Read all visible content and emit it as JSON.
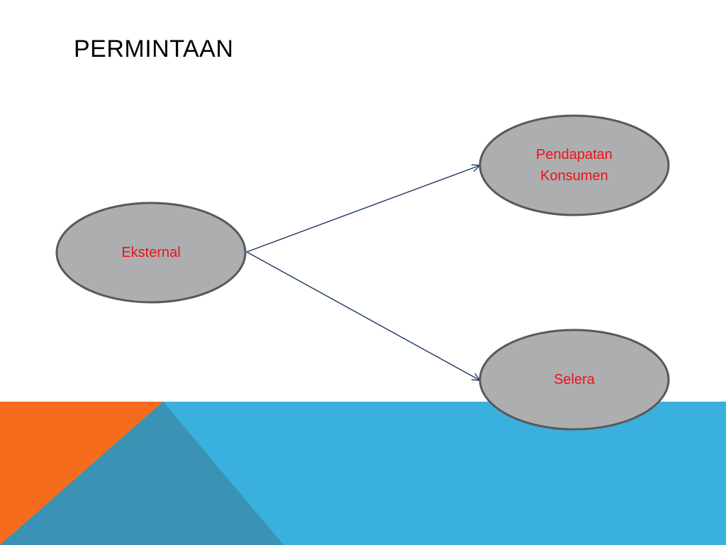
{
  "slide": {
    "title": "PERMINTAAN"
  },
  "diagram": {
    "nodes": [
      {
        "id": "eksternal",
        "label": "Eksternal"
      },
      {
        "id": "pendapatan",
        "label": "Pendapatan\nKonsumen"
      },
      {
        "id": "selera",
        "label": "Selera"
      }
    ],
    "edges": [
      {
        "from": "eksternal",
        "to": "pendapatan"
      },
      {
        "from": "eksternal",
        "to": "selera"
      }
    ]
  },
  "colors": {
    "background": "#ffffff",
    "node_fill": "#adaeb0",
    "node_stroke": "#595959",
    "node_text": "#e8141c",
    "arrow": "#1f3864",
    "band_blue": "#3ab0de",
    "band_orange": "#f56c1c",
    "band_overlap": "#3a93b4"
  }
}
